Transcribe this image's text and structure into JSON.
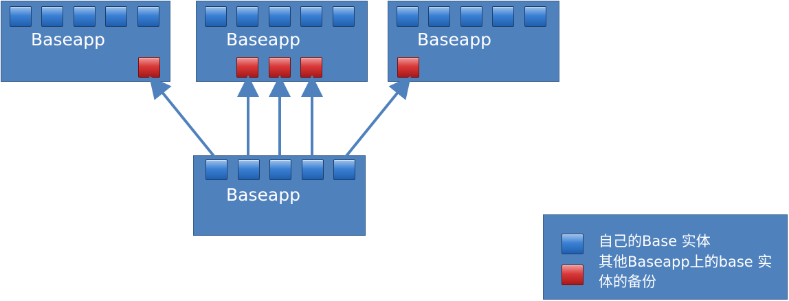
{
  "baseapps": [
    {
      "label": "Baseapp"
    },
    {
      "label": "Baseapp"
    },
    {
      "label": "Baseapp"
    },
    {
      "label": "Baseapp"
    }
  ],
  "legend": {
    "own_label": "自己的Base 实体",
    "backup_label_line1": "其他Baseapp上的base 实",
    "backup_label_line2": "体的备份"
  },
  "colors": {
    "box_fill": "#4f81bd",
    "own_entity": "#3c80d4",
    "backup_entity": "#d93838",
    "arrow": "#4f81bd"
  }
}
